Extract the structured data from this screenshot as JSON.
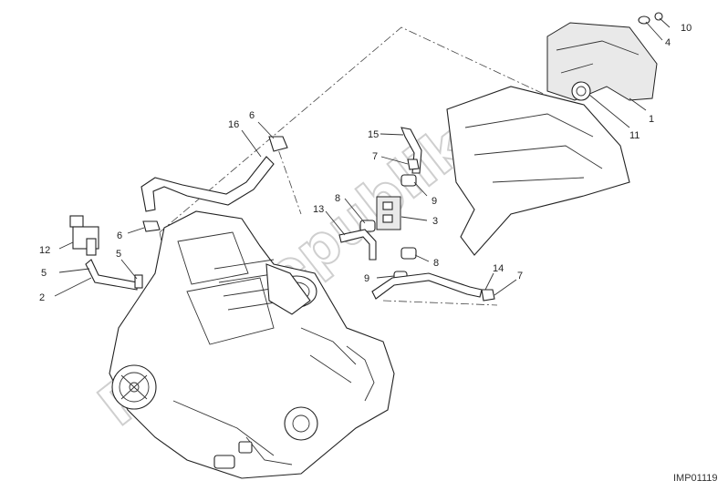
{
  "diagram": {
    "watermark": "PartsRepublik",
    "drawing_code": "IMP01119",
    "callouts": [
      "1",
      "2",
      "3",
      "4",
      "5",
      "5",
      "6",
      "6",
      "7",
      "7",
      "8",
      "8",
      "9",
      "9",
      "10",
      "11",
      "12",
      "13",
      "14",
      "15",
      "16"
    ]
  }
}
